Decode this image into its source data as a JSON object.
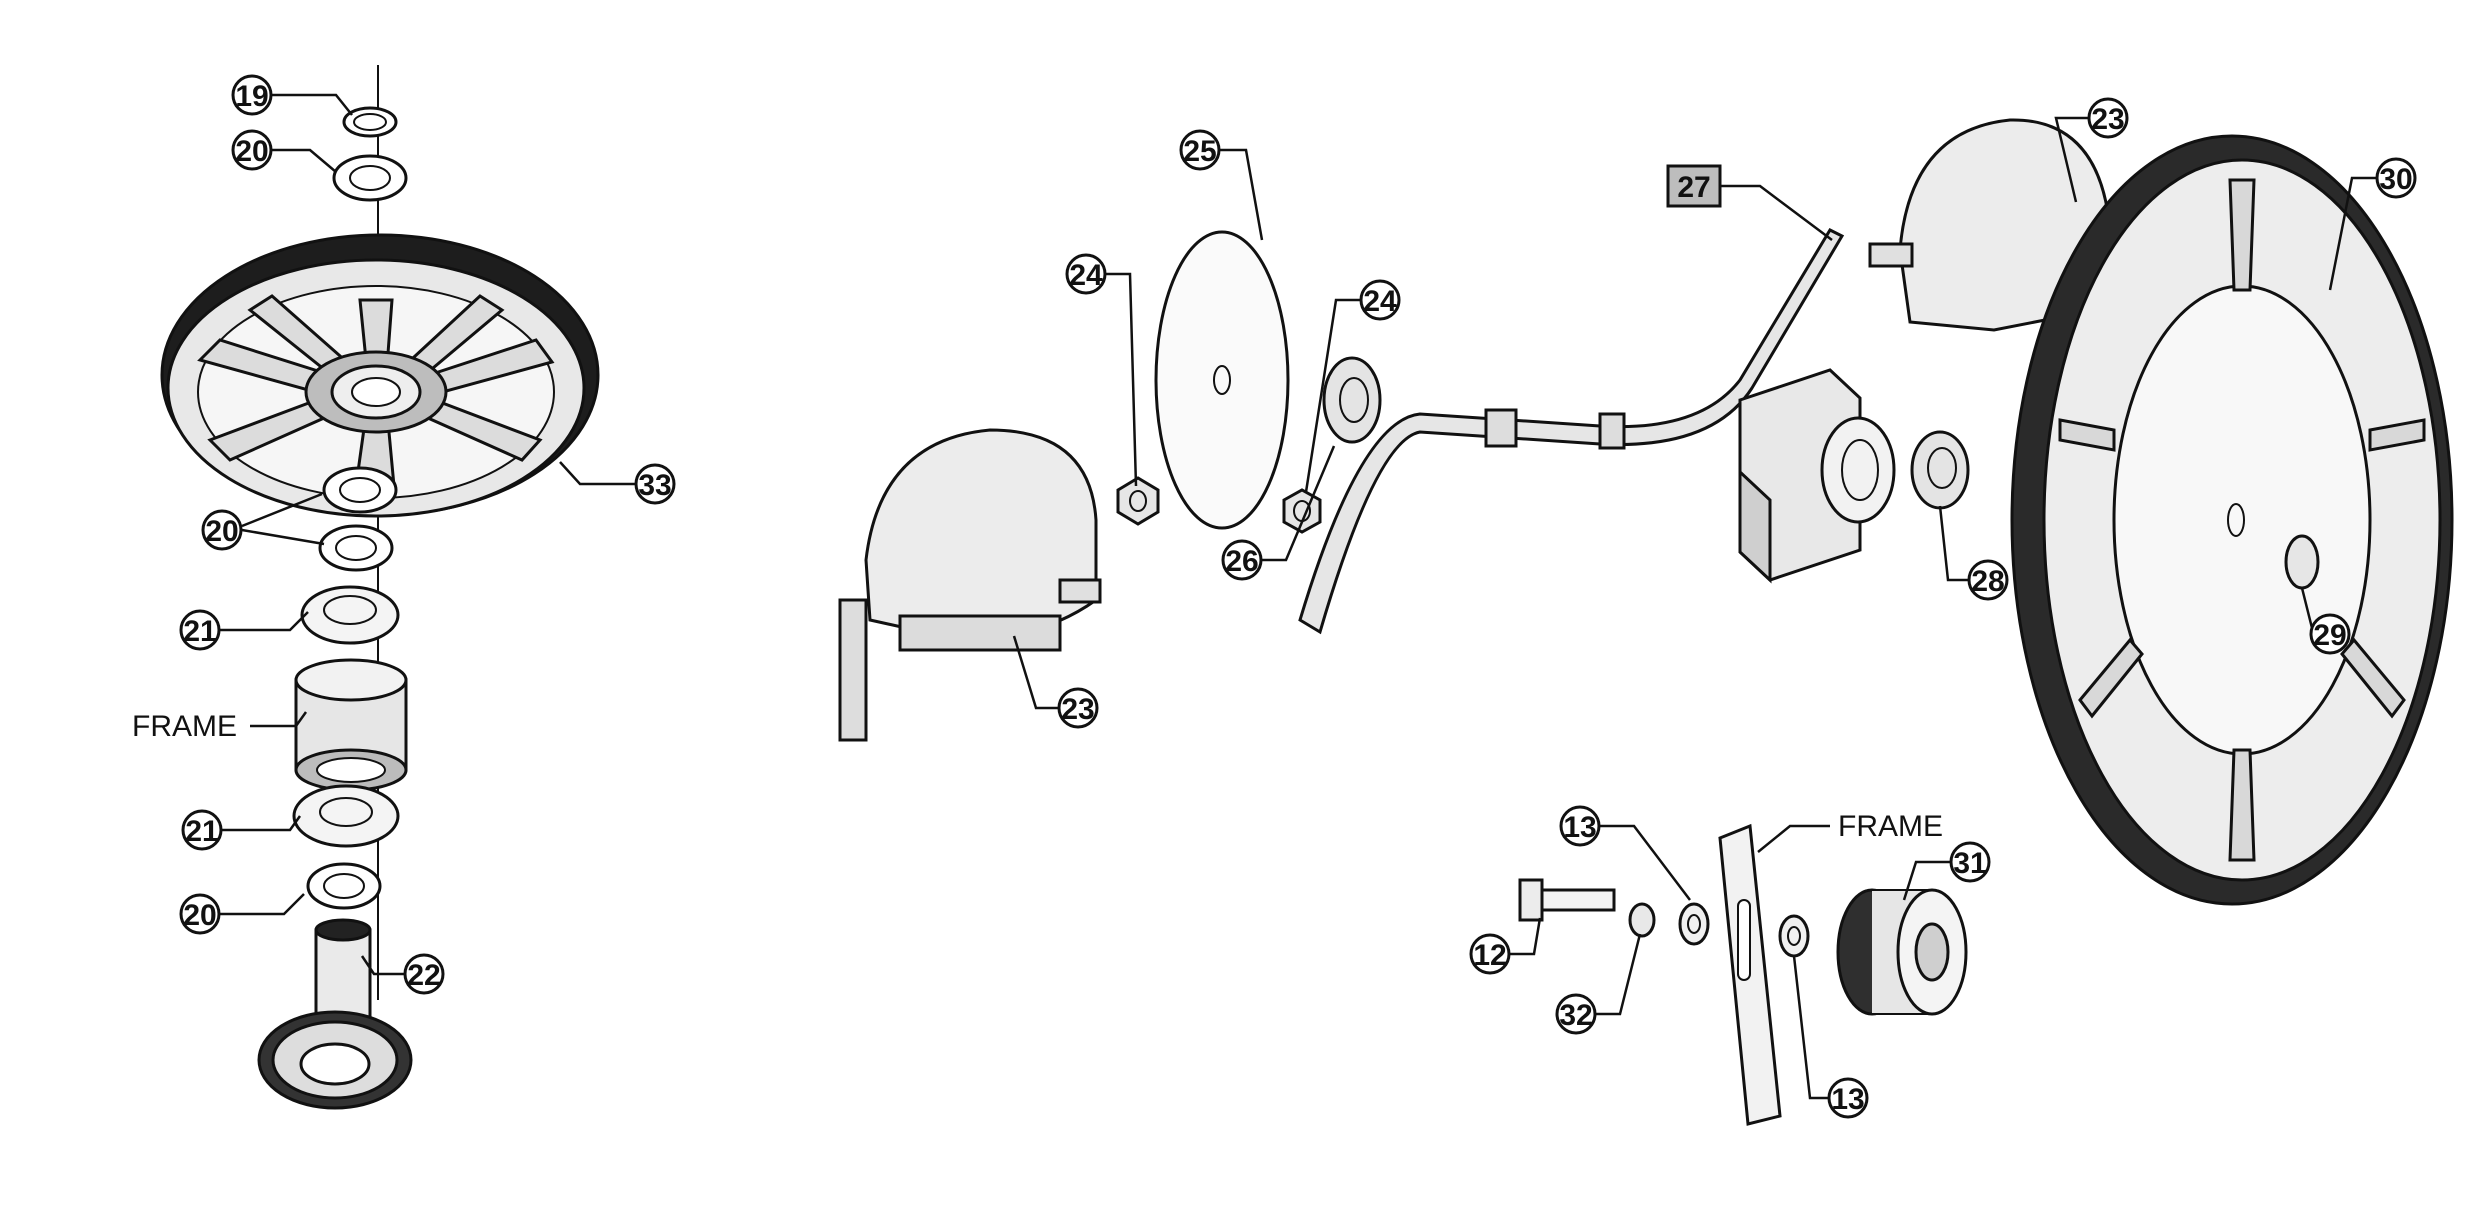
{
  "callouts": [
    {
      "id": "c19",
      "label": "19"
    },
    {
      "id": "c20a",
      "label": "20"
    },
    {
      "id": "c33",
      "label": "33"
    },
    {
      "id": "c20b",
      "label": "20"
    },
    {
      "id": "c21a",
      "label": "21"
    },
    {
      "id": "c21b",
      "label": "21"
    },
    {
      "id": "c20c",
      "label": "20"
    },
    {
      "id": "c22",
      "label": "22"
    },
    {
      "id": "c25",
      "label": "25"
    },
    {
      "id": "c24a",
      "label": "24"
    },
    {
      "id": "c24b",
      "label": "24"
    },
    {
      "id": "c26",
      "label": "26"
    },
    {
      "id": "c23a",
      "label": "23"
    },
    {
      "id": "c23b",
      "label": "23"
    },
    {
      "id": "c27",
      "label": "27"
    },
    {
      "id": "c28",
      "label": "28"
    },
    {
      "id": "c30",
      "label": "30"
    },
    {
      "id": "c29",
      "label": "29"
    },
    {
      "id": "c13a",
      "label": "13"
    },
    {
      "id": "c13b",
      "label": "13"
    },
    {
      "id": "c12",
      "label": "12"
    },
    {
      "id": "c32",
      "label": "32"
    },
    {
      "id": "c31",
      "label": "31"
    }
  ],
  "labels": {
    "frame_left": "FRAME",
    "frame_right": "FRAME"
  }
}
